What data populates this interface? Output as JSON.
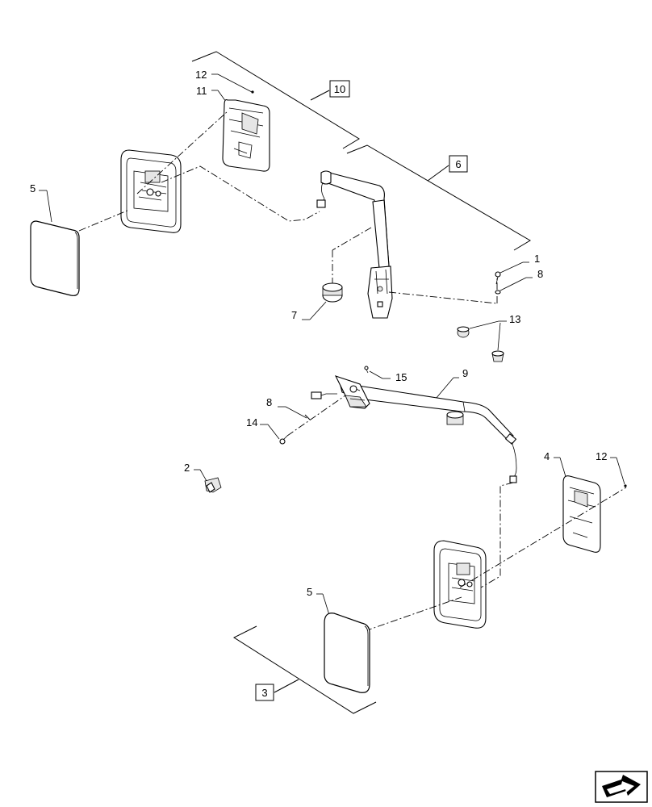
{
  "callouts": {
    "c12_top": "12",
    "c11": "11",
    "c5_top": "5",
    "c10": "10",
    "c6": "6",
    "c1": "1",
    "c8_top": "8",
    "c7": "7",
    "c13": "13",
    "c15": "15",
    "c9": "9",
    "c8_mid": "8",
    "c14": "14",
    "c2": "2",
    "c4": "4",
    "c12_bot": "12",
    "c5_bot": "5",
    "c3": "3"
  },
  "icons": {
    "nav": "next-page-arrow-icon"
  }
}
